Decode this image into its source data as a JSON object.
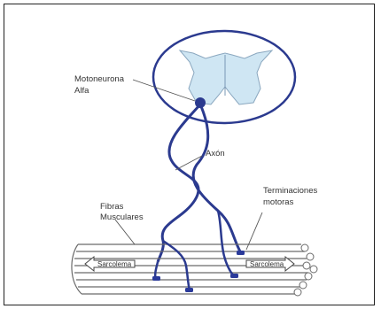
{
  "labels": {
    "motoneuron_line1": "Motoneurona",
    "motoneuron_line2": "Alfa",
    "axon": "Axón",
    "terminals_line1": "Terminaciones",
    "terminals_line2": "motoras",
    "fibers_line1": "Fibras",
    "fibers_line2": "Musculares",
    "arrow_left": "Sarcolema",
    "arrow_right": "Sarcolema"
  },
  "colors": {
    "axon": "#2b3a8f",
    "spinal_gray": "#cfe6f3",
    "outline": "#2b3a8f",
    "muscle_line": "#6a6a6a",
    "terminal": "#2a3a9a"
  }
}
